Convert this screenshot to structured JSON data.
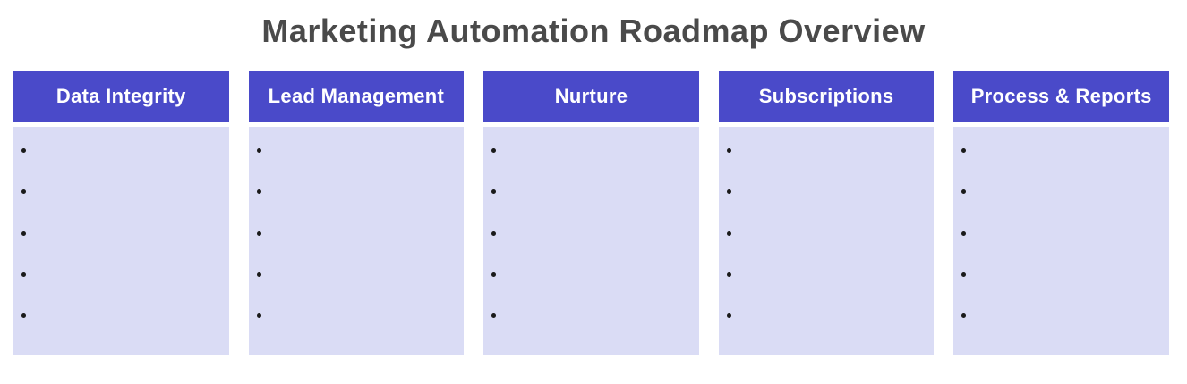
{
  "title": "Marketing Automation Roadmap Overview",
  "colors": {
    "header_bg": "#4a4ac9",
    "header_text": "#ffffff",
    "body_bg": "#dadcf5",
    "title_text": "#4a4a4a",
    "bullet": "#1a1a1a",
    "page_bg": "#ffffff"
  },
  "columns": [
    {
      "header": "Data Integrity",
      "items": [
        "",
        "",
        "",
        "",
        ""
      ]
    },
    {
      "header": "Lead Management",
      "items": [
        "",
        "",
        "",
        "",
        ""
      ]
    },
    {
      "header": "Nurture",
      "items": [
        "",
        "",
        "",
        "",
        ""
      ]
    },
    {
      "header": "Subscriptions",
      "items": [
        "",
        "",
        "",
        "",
        ""
      ]
    },
    {
      "header": "Process & Reports",
      "items": [
        "",
        "",
        "",
        "",
        ""
      ]
    }
  ]
}
